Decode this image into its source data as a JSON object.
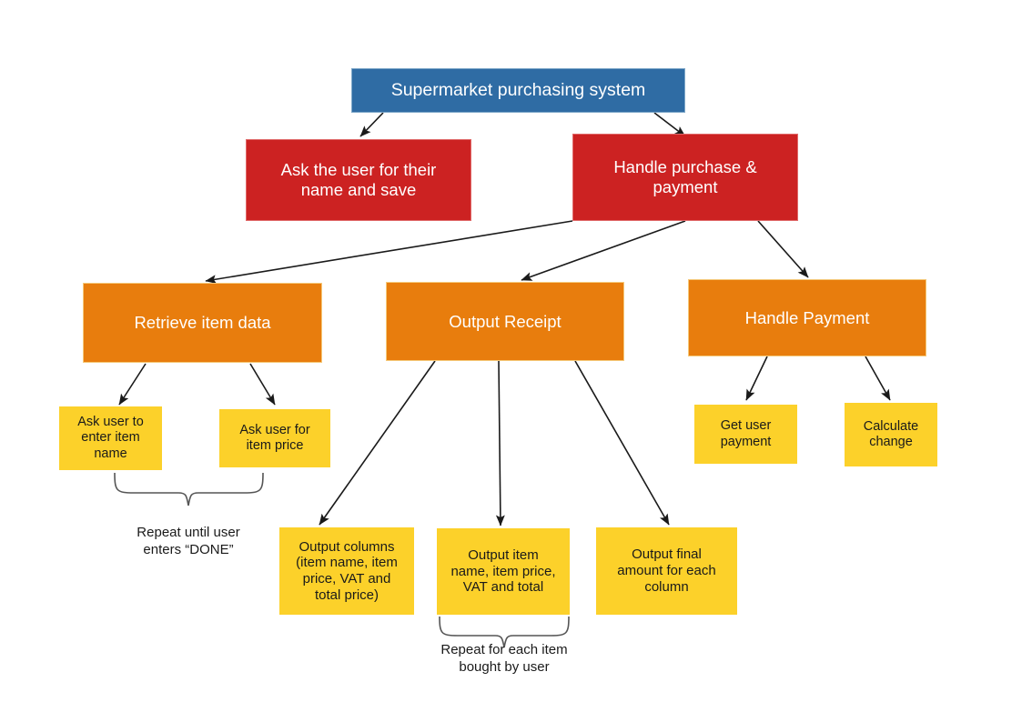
{
  "diagram": {
    "title": "Supermarket purchasing system hierarchy chart",
    "background_color": "#ffffff",
    "colors": {
      "root": "#2F6CA4",
      "level1": "#CC2222",
      "level2": "#E87D0D",
      "level3": "#FCD12A",
      "edge": "#1a1a1a",
      "brace": "#555555",
      "light_text": "#ffffff",
      "dark_text": "#1a1a1a"
    }
  },
  "nodes": {
    "root": {
      "label": "Supermarket purchasing system"
    },
    "level1": [
      {
        "label": "Ask the user for their\nname and save"
      },
      {
        "label": "Handle purchase &\npayment"
      }
    ],
    "level2": [
      {
        "label": "Retrieve item data"
      },
      {
        "label": "Output Receipt"
      },
      {
        "label": "Handle Payment"
      }
    ],
    "level3": [
      {
        "label": "Ask user to\nenter item\nname"
      },
      {
        "label": "Ask user for\nitem price"
      },
      {
        "label": "Output columns\n(item name, item\nprice, VAT and\ntotal price)"
      },
      {
        "label": "Output item\nname, item price,\nVAT and total"
      },
      {
        "label": "Output final\namount for each\ncolumn"
      },
      {
        "label": "Get user\npayment"
      },
      {
        "label": "Calculate\nchange"
      }
    ]
  },
  "annotations": [
    {
      "label": "Repeat until user\nenters “DONE”"
    },
    {
      "label": "Repeat for each item\nbought by user"
    }
  ]
}
